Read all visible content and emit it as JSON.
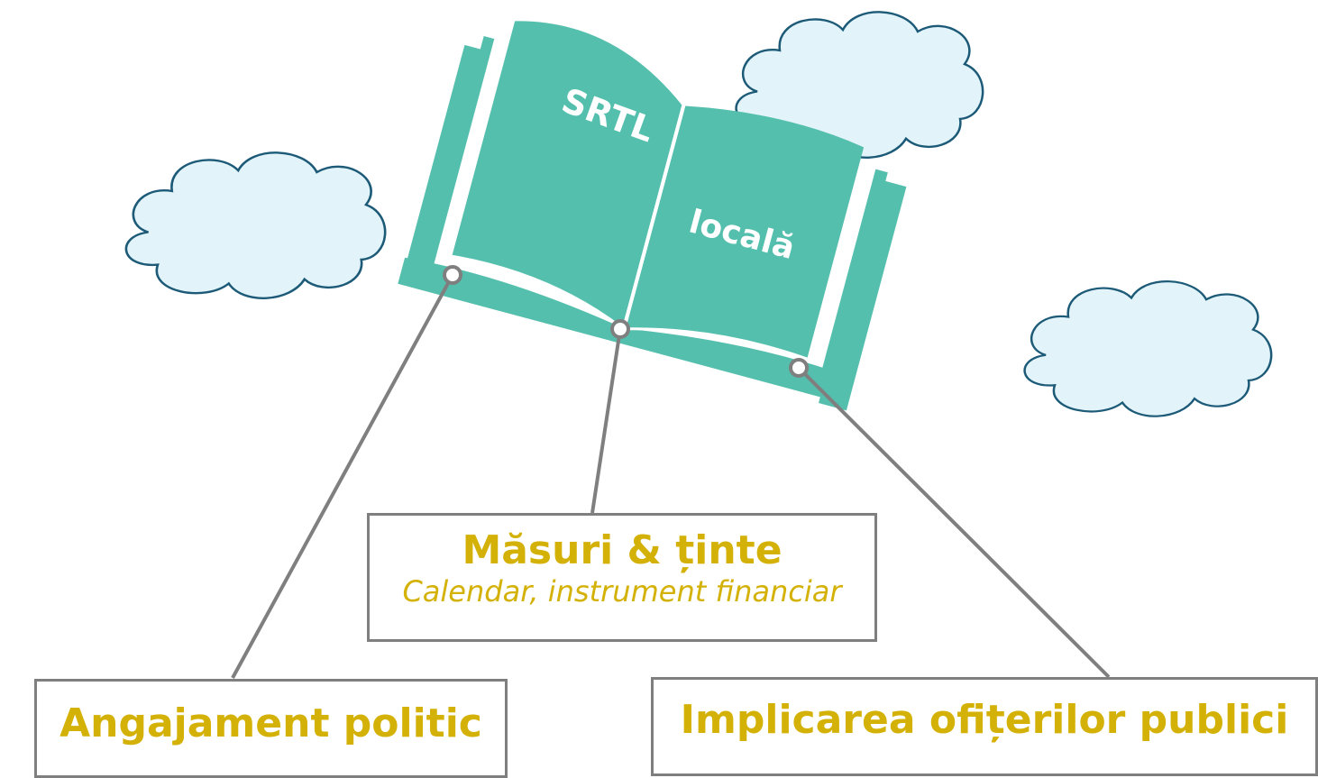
{
  "book": {
    "left_page_text": "SRTL",
    "right_page_text": "locală",
    "color": "#55bfad"
  },
  "cloud_color": {
    "fill": "#e2f4f9",
    "stroke": "#1c5a78"
  },
  "connector_color": "#7f7f7f",
  "boxes": {
    "masuri": {
      "title": "Măsuri & ținte",
      "subtitle": "Calendar, instrument financiar"
    },
    "angajament": {
      "title": "Angajament politic"
    },
    "implicare": {
      "title": "Implicarea ofițerilor publici"
    }
  },
  "text_color": "#d4b106"
}
